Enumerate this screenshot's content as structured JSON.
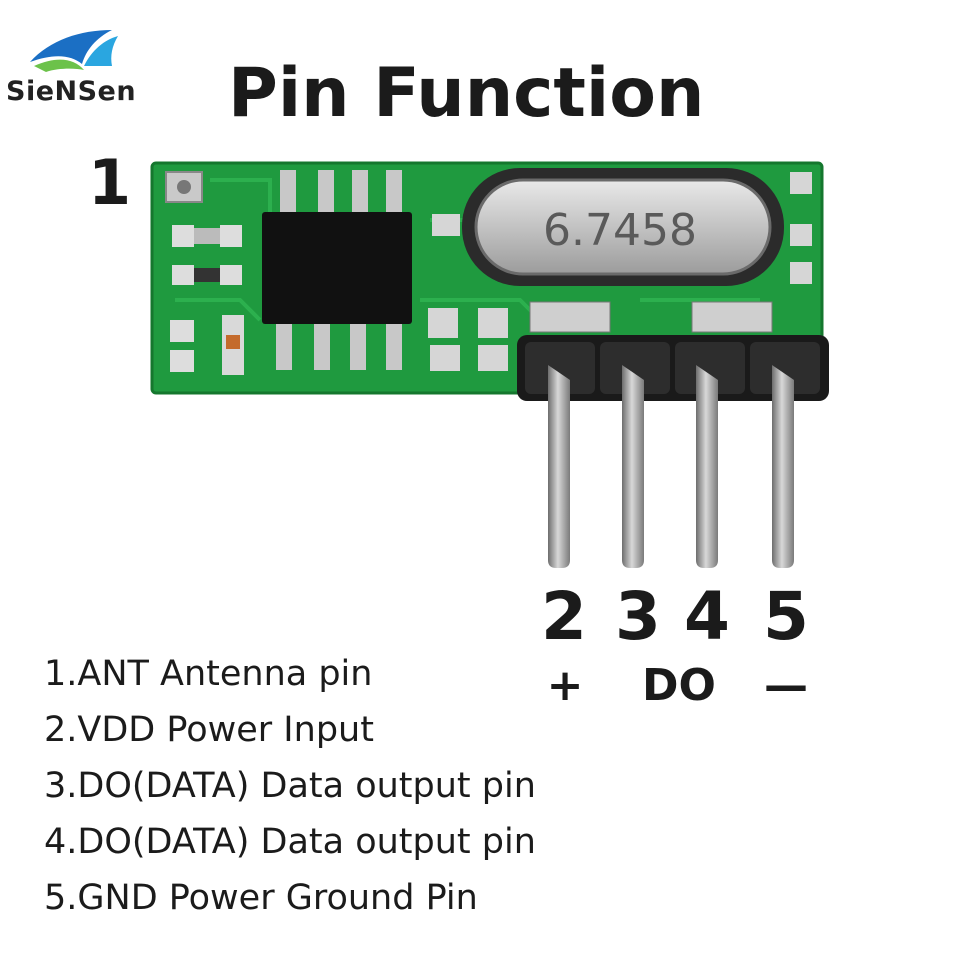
{
  "brand": {
    "name": "SieNSen",
    "logo_icon": "wave-logo-icon"
  },
  "title": "Pin Function",
  "module": {
    "crystal_marking": "6.7458",
    "pin1_label": "1"
  },
  "pins": [
    {
      "number": "2",
      "symbol": "+"
    },
    {
      "number": "3",
      "symbol": ""
    },
    {
      "number": "4",
      "symbol": ""
    },
    {
      "number": "5",
      "symbol": "—"
    }
  ],
  "shared_symbol": "DO",
  "descriptions": [
    "1.ANT Antenna pin",
    "2.VDD Power Input",
    "3.DO(DATA) Data output pin",
    "4.DO(DATA) Data output pin",
    "5.GND Power Ground Pin"
  ],
  "colors": {
    "pcb": "#1f9a3f",
    "pcb_dark": "#15772e",
    "chip": "#111111",
    "pin_metal": "#9a9a9a"
  }
}
